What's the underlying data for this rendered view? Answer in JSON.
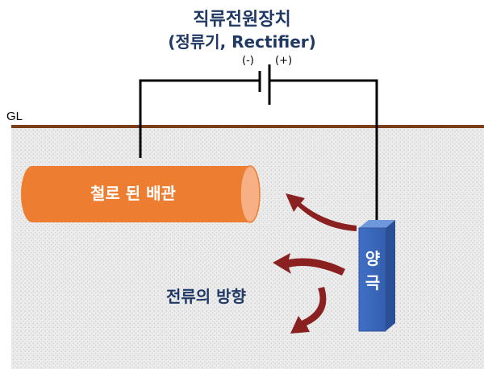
{
  "title": {
    "line1": "직류전원장치",
    "line2": "(정류기, Rectifier)"
  },
  "polarity": {
    "negative": "(-)",
    "positive": "(+)"
  },
  "ground_label": "GL",
  "pipe_label": "철로 된 배관",
  "current_label": "전류의 방향",
  "anode_label": "양극",
  "colors": {
    "title_text": "#1f3864",
    "ground_line": "#7b3f1d",
    "soil": "#ebebeb",
    "pipe": "#ed7d31",
    "anode": "#4472c4",
    "arrows": "#8b2020",
    "wire": "#000000"
  }
}
